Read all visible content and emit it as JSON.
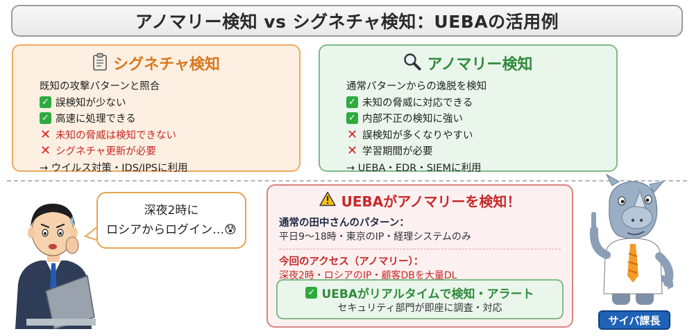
{
  "title": "アノマリー検知 vs シグネチャ検知：UEBAの活用例",
  "signature": {
    "icon": "clipboard-icon",
    "title": "シグネチャ検知",
    "desc": "既知の攻撃パターンと照合",
    "items": [
      {
        "mark": "check",
        "text": "誤検知が少ない"
      },
      {
        "mark": "check",
        "text": "高速に処理できる"
      },
      {
        "mark": "cross",
        "text": "未知の脅威は検知できない"
      },
      {
        "mark": "cross",
        "text": "シグネチャ更新が必要"
      }
    ],
    "usage": "→ ウイルス対策・IDS/IPSに利用"
  },
  "anomaly": {
    "icon": "magnifier-icon",
    "title": "アノマリー検知",
    "desc": "通常パターンからの逸脱を検知",
    "items": [
      {
        "mark": "check",
        "text": "未知の脅威に対応できる"
      },
      {
        "mark": "check",
        "text": "内部不正の検知に強い"
      },
      {
        "mark": "cross",
        "text": "誤検知が多くなりやすい"
      },
      {
        "mark": "cross",
        "text": "学習期間が必要"
      }
    ],
    "usage": "→ UEBA・EDR・SIEMに利用"
  },
  "bubble": {
    "line1": "深夜2時に",
    "line2": "ロシアからログイン…",
    "emoji": "😰"
  },
  "alert": {
    "title": "UEBAがアノマリーを検知！",
    "normal_label": "通常の田中さんのパターン：",
    "normal_value": "平日9〜18時・東京のIP・経理システムのみ",
    "current_label": "今回のアクセス（アノマリー）：",
    "current_value": "深夜2時・ロシアのIP・顧客DBを大量DL",
    "detect_title": "UEBAがリアルタイムで検知・アラート",
    "detect_sub": "セキュリティ部門が即座に調査・対応"
  },
  "name_tag": "サイバ課長",
  "colors": {
    "signature_accent": "#d9771f",
    "anomaly_accent": "#2f8a3a",
    "alert_accent": "#c62828",
    "name_tag_bg": "#1f62b8"
  }
}
